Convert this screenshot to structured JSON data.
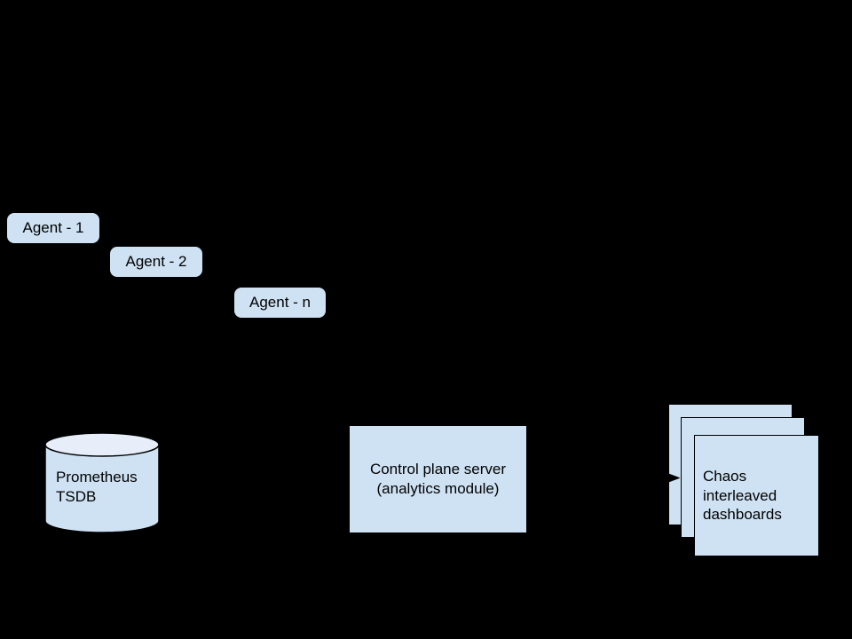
{
  "diagram": {
    "background_color": "#000000",
    "node_fill_color": "#cfe2f3",
    "cylinder_top_color": "#e7eef9",
    "border_color": "#000000",
    "text_color": "#000000",
    "agents": [
      {
        "label": "Agent - 1"
      },
      {
        "label": "Agent - 2"
      },
      {
        "label": "Agent - n"
      }
    ],
    "prometheus": {
      "line1": "Prometheus",
      "line2": "TSDB"
    },
    "control_plane": {
      "line1": "Control plane server",
      "line2": "(analytics module)"
    },
    "dashboards": {
      "card_count": 3,
      "line1": "Chaos",
      "line2": "interleaved",
      "line3": "dashboards"
    },
    "arrow": {
      "from": "control_plane",
      "to": "dashboards",
      "direction": "right",
      "color": "#000000"
    }
  }
}
